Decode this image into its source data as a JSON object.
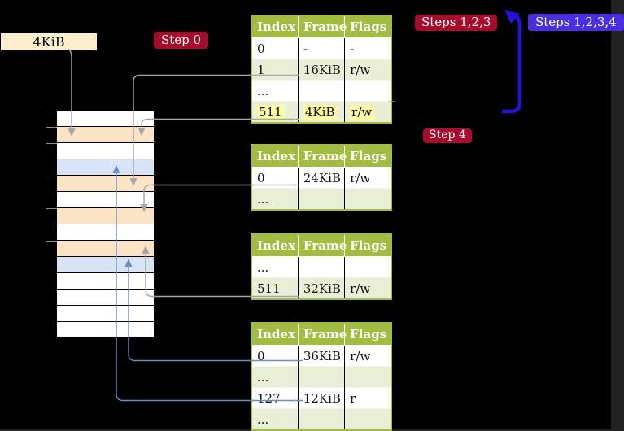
{
  "labels": {
    "frame_size": "4KiB",
    "step0": "Step 0",
    "step4": "Step 4",
    "steps123": "Steps 1,2,3",
    "steps1234": "Steps 1,2,3,4"
  },
  "memory": {
    "rows": [
      "plain",
      "frame",
      "plain",
      "mapped",
      "frame",
      "plain",
      "frame",
      "plain",
      "frame",
      "mapped",
      "plain",
      "plain",
      "plain",
      "plain"
    ]
  },
  "tables": [
    {
      "headers": [
        "Index",
        "Frame",
        "Flags"
      ],
      "rows": [
        {
          "cells": [
            "0",
            "-",
            "-"
          ],
          "shade": false,
          "highlight": false
        },
        {
          "cells": [
            "1",
            "16KiB",
            "r/w"
          ],
          "shade": true,
          "highlight": false
        },
        {
          "cells": [
            "...",
            "",
            ""
          ],
          "shade": false,
          "highlight": false
        },
        {
          "cells": [
            "511",
            "4KiB",
            "r/w"
          ],
          "shade": true,
          "highlight": true
        }
      ]
    },
    {
      "headers": [
        "Index",
        "Frame",
        "Flags"
      ],
      "rows": [
        {
          "cells": [
            "0",
            "24KiB",
            "r/w"
          ],
          "shade": false,
          "highlight": false
        },
        {
          "cells": [
            "...",
            "",
            ""
          ],
          "shade": true,
          "highlight": false
        }
      ]
    },
    {
      "headers": [
        "Index",
        "Frame",
        "Flags"
      ],
      "rows": [
        {
          "cells": [
            "...",
            "",
            ""
          ],
          "shade": false,
          "highlight": false
        },
        {
          "cells": [
            "511",
            "32KiB",
            "r/w"
          ],
          "shade": true,
          "highlight": false
        }
      ]
    },
    {
      "headers": [
        "Index",
        "Frame",
        "Flags"
      ],
      "rows": [
        {
          "cells": [
            "0",
            "36KiB",
            "r/w"
          ],
          "shade": false,
          "highlight": false
        },
        {
          "cells": [
            "...",
            "",
            ""
          ],
          "shade": true,
          "highlight": false
        },
        {
          "cells": [
            "127",
            "12KiB",
            "r"
          ],
          "shade": false,
          "highlight": false
        },
        {
          "cells": [
            "...",
            "",
            ""
          ],
          "shade": true,
          "highlight": false
        }
      ]
    }
  ],
  "colors": {
    "bg": "#000000",
    "crimson": "#a60d2d",
    "violet": "#4b2ee0",
    "arrowblue": "#2712dc",
    "tablegreen": "#a1bc40",
    "rowgreen": "#e9efd7",
    "orange": "#fbe3c6",
    "lightblue": "#d8e4f6",
    "cream": "#faeecd",
    "yellowhl": "#fcfaa5",
    "gray": "#a6a6a6",
    "steel": "#6b8cc4"
  }
}
